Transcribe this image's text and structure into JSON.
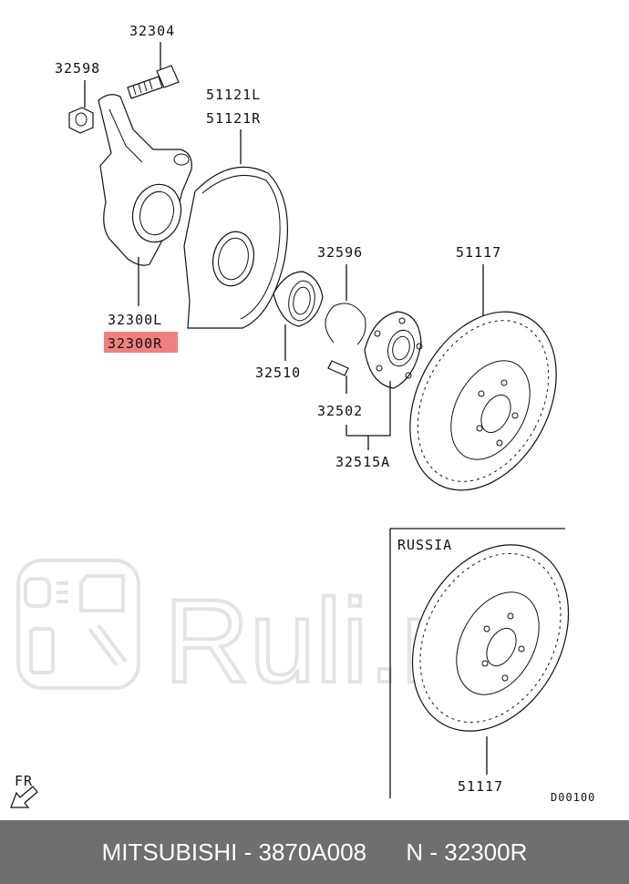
{
  "labels": {
    "bolt": "32304",
    "nut": "32598",
    "shield_l": "51121L",
    "shield_r": "51121R",
    "knuckle_l": "32300L",
    "knuckle_r": "32300R",
    "snap_ring": "32596",
    "disc": "51117",
    "bearing": "32510",
    "stud": "32502",
    "hub": "32515A",
    "inset_title": "RUSSIA",
    "inset_disc": "51117",
    "diagram_code": "D00100",
    "direction": "FR"
  },
  "highlight_color": "#f08080",
  "watermark": "Ruli.ru",
  "footer": {
    "text": "MITSUBISHI - 3870A008      N - 32300R"
  }
}
